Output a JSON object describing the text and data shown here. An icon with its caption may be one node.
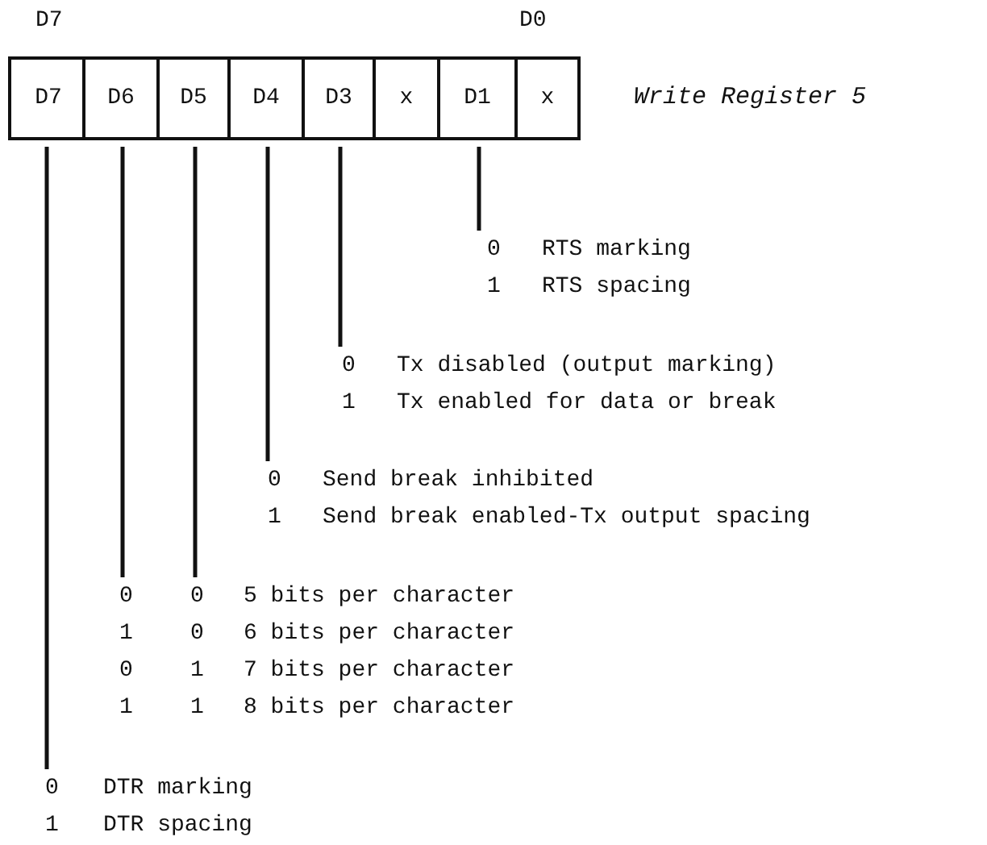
{
  "diagram": {
    "nodes": [
      {
        "text": [
          "D7"
        ]
      },
      {
        "text": [
          "D6"
        ]
      },
      {
        "text": [
          "D5"
        ]
      },
      {
        "text": [
          "D4"
        ]
      },
      {
        "text": [
          "D3"
        ]
      },
      {
        "text": [
          "x"
        ]
      },
      {
        "text": [
          "D1"
        ]
      },
      {
        "text": [
          "x"
        ]
      },
      {
        "text": [
          "0",
          "RTS marking",
          "1",
          "RTS spacing"
        ]
      },
      {
        "text": [
          "0",
          "Tx disabled (output marking)",
          "1",
          "Tx enabled for data or break"
        ]
      },
      {
        "text": [
          "0",
          "Send break inhibited",
          "1",
          "Send break enabled-Tx output spacing"
        ]
      },
      {
        "text": [
          "0",
          "0",
          "5 bits per character",
          "1",
          "0",
          "6 bits per character",
          "0",
          "1",
          "7 bits per character",
          "1",
          "1",
          "8 bits per character"
        ]
      },
      {
        "text": [
          "0",
          "DTR marking",
          "1",
          "DTR spacing"
        ]
      }
    ],
    "edges": [
      {
        "from": 6,
        "to": 8,
        "arrow": "none"
      },
      {
        "from": 4,
        "to": 9,
        "arrow": "none"
      },
      {
        "from": 3,
        "to": 10,
        "arrow": "none"
      },
      {
        "from": 2,
        "to": 11,
        "arrow": "none"
      },
      {
        "from": 1,
        "to": 11,
        "arrow": "none"
      },
      {
        "from": 0,
        "to": 12,
        "arrow": "none"
      }
    ],
    "labels": [
      "D7",
      "D0",
      "Write Register 5"
    ]
  }
}
